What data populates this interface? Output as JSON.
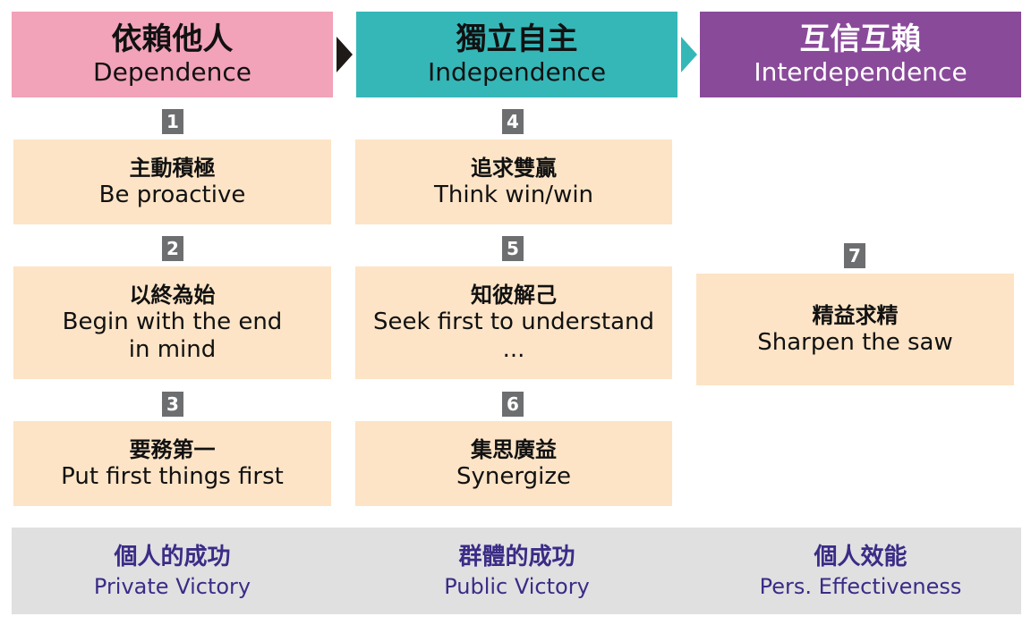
{
  "stages": [
    {
      "zh": "依賴他人",
      "en": "Dependence"
    },
    {
      "zh": "獨立自主",
      "en": "Independence"
    },
    {
      "zh": "互信互賴",
      "en": "Interdependence"
    }
  ],
  "habits": [
    {
      "num": "1",
      "zh": "主動積極",
      "en": "Be proactive"
    },
    {
      "num": "2",
      "zh": "以終為始",
      "en": "Begin with the end",
      "en2": "in mind"
    },
    {
      "num": "3",
      "zh": "要務第一",
      "en": "Put first things first"
    },
    {
      "num": "4",
      "zh": "追求雙贏",
      "en": "Think win/win"
    },
    {
      "num": "5",
      "zh": "知彼解己",
      "en": "Seek first to understand",
      "en2": "..."
    },
    {
      "num": "6",
      "zh": "集思廣益",
      "en": "Synergize"
    },
    {
      "num": "7",
      "zh": "精益求精",
      "en": "Sharpen the saw"
    }
  ],
  "victories": [
    {
      "zh": "個人的成功",
      "en": "Private Victory"
    },
    {
      "zh": "群體的成功",
      "en": "Public Victory"
    },
    {
      "zh": "個人效能",
      "en": "Pers. Effectiveness"
    }
  ],
  "colors": {
    "dependence": "#f2a2b9",
    "independence": "#35b7b8",
    "interdependence": "#8a4a9a",
    "habit_box": "#fde4c6",
    "number_badge": "#6d6e70",
    "footer": "#e0e0e1",
    "footer_text": "#3b2c86"
  }
}
